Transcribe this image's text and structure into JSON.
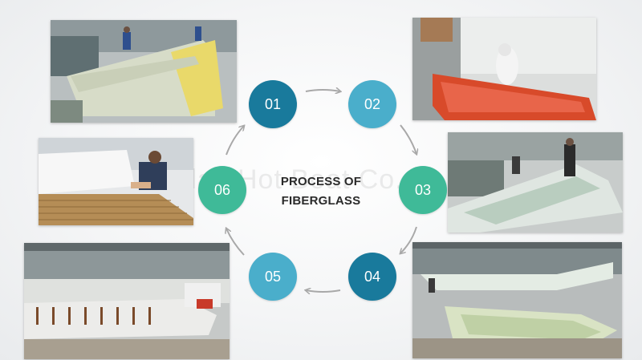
{
  "title": {
    "line1": "PROCESS OF",
    "line2": "FIBERGLASS"
  },
  "watermark": "Qingdao Hot Boat Co.",
  "steps": [
    {
      "label": "01",
      "color": "#197a9c"
    },
    {
      "label": "02",
      "color": "#4aaecb"
    },
    {
      "label": "03",
      "color": "#3fba98"
    },
    {
      "label": "04",
      "color": "#197a9c"
    },
    {
      "label": "05",
      "color": "#4aaecb"
    },
    {
      "label": "06",
      "color": "#3fba98"
    }
  ],
  "arrow_color": "#a8a8a8"
}
